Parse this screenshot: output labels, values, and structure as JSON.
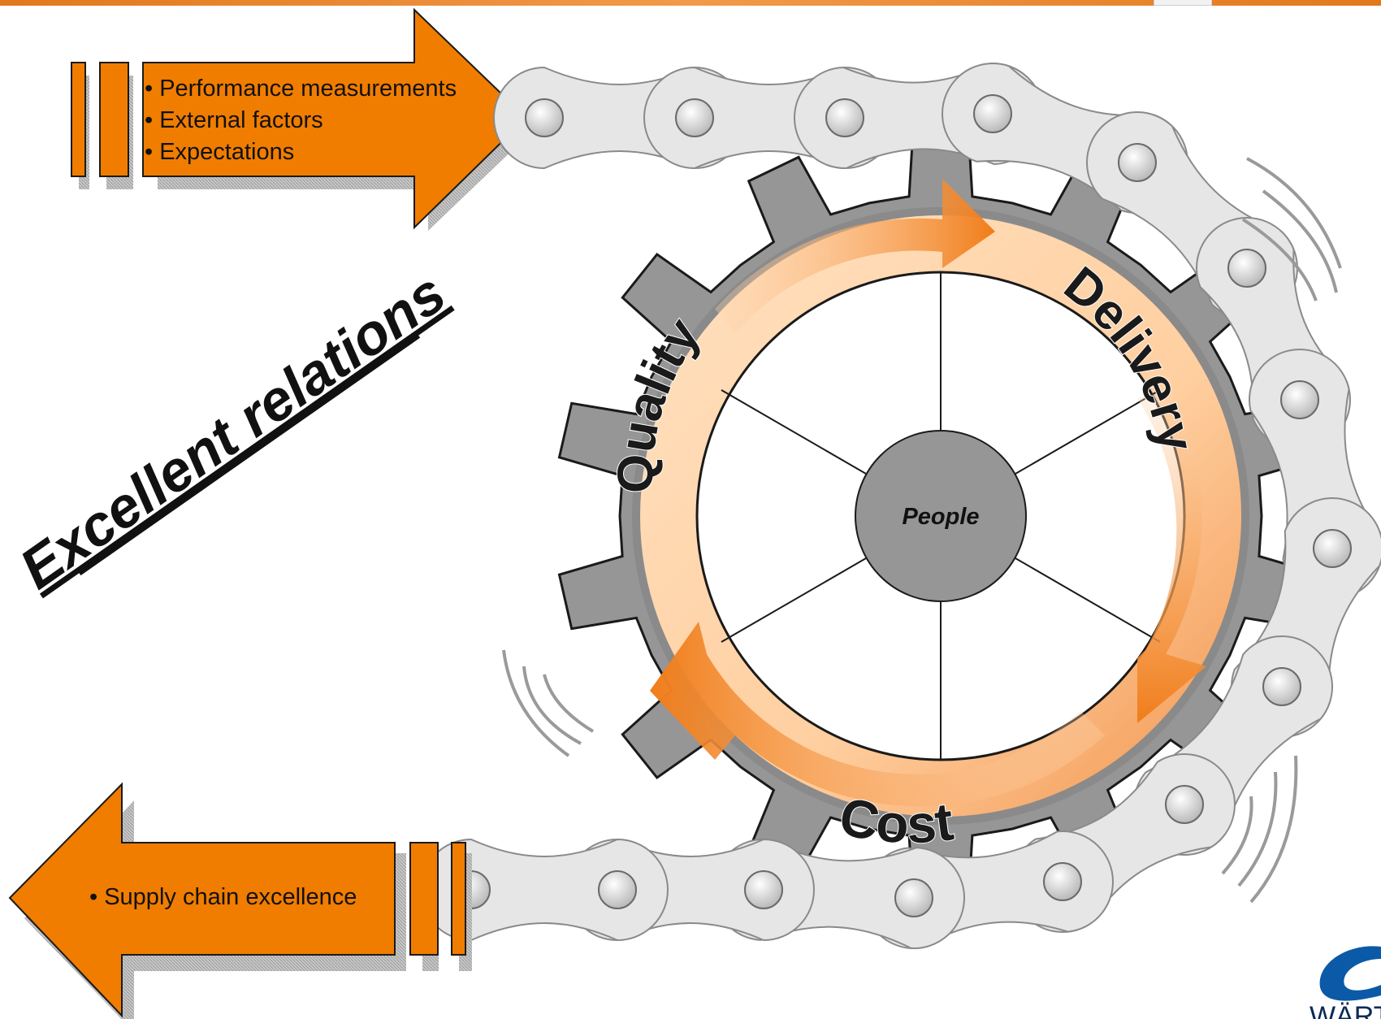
{
  "inputs_arrow": {
    "bullets": [
      "• Performance measurements",
      "• External factors",
      "• Expectations"
    ]
  },
  "output_arrow": {
    "bullets": [
      "• Supply chain excellence"
    ]
  },
  "relations_label": "Excellent relations",
  "gear": {
    "hub_label": "People",
    "ring_labels": {
      "quality": "Quality",
      "delivery": "Delivery",
      "cost": "Cost"
    }
  },
  "logo": {
    "wordmark": "WÄRTSIL"
  },
  "colors": {
    "arrow_orange": "#f07d00",
    "gear_gray": "#969696",
    "ring_peach": "#ffd2a6",
    "ring_orange": "#f07d2a",
    "chain_light": "#e6e6e6",
    "logo_blue": "#0a5aa8"
  }
}
